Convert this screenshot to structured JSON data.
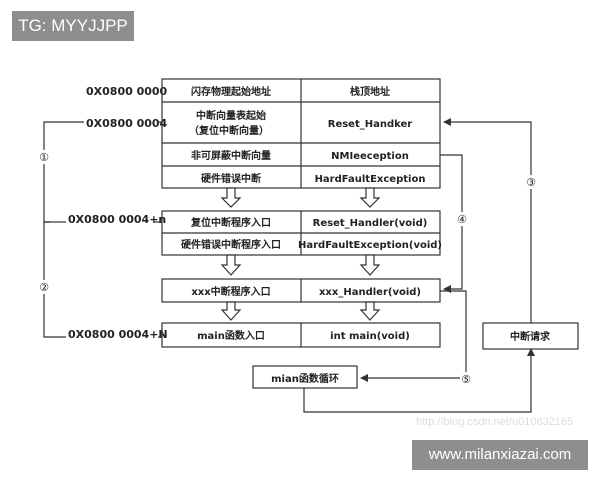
{
  "tg_label": "TG: MYYJJPP",
  "watermark": "www.milanxiazai.com",
  "ghost_text": "http://blog.csdn.net/u010632165",
  "colors": {
    "box_stroke": "#333333",
    "line": "#333333",
    "background": "#ffffff",
    "label_bg": "#8e8e8e"
  },
  "addresses": {
    "a0": "0X0800 0000",
    "a4": "0X0800 0004",
    "a4n": "0X0800 0004+n",
    "a4N": "0X0800 0004+N"
  },
  "vector_table": [
    {
      "left": "闪存物理起始地址",
      "right": "栈顶地址"
    },
    {
      "left": "中断向量表起始",
      "left2": "（复位中断向量）",
      "right": "Reset_Handker"
    },
    {
      "left": "非可屏蔽中断向量",
      "right": "NMIeeception"
    },
    {
      "left": "硬件错误中断",
      "right": "HardFaultException"
    }
  ],
  "handler_table": [
    {
      "left": "复位中断程序入口",
      "right": "Reset_Handler(void)"
    },
    {
      "left": "硬件错误中断程序入口",
      "right": "HardFaultException(void)"
    }
  ],
  "xxx_row": {
    "left": "xxx中断程序入口",
    "right": "xxx_Handler(void)"
  },
  "main_row": {
    "left": "main函数入口",
    "right": "int main(void)"
  },
  "loop_box": "mian函数循环",
  "interrupt_box": "中断请求",
  "steps": [
    "①",
    "②",
    "③",
    "④",
    "⑤"
  ]
}
